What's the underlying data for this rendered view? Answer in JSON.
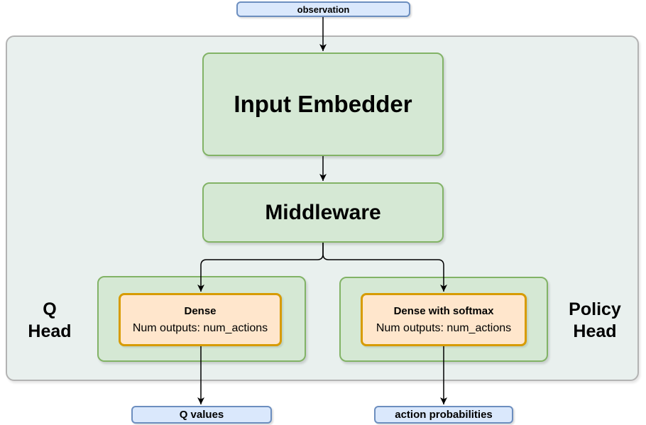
{
  "nodes": {
    "observation": {
      "label": "observation"
    },
    "input_embedder": {
      "label": "Input Embedder"
    },
    "middleware": {
      "label": "Middleware"
    },
    "q_head": {
      "line1": "Q",
      "line2": "Head"
    },
    "policy_head": {
      "line1": "Policy",
      "line2": "Head"
    },
    "q_dense": {
      "title": "Dense",
      "subtitle": "Num outputs: num_actions"
    },
    "policy_dense": {
      "title": "Dense with softmax",
      "subtitle": "Num outputs: num_actions"
    },
    "q_values": {
      "label": "Q values"
    },
    "action_probabilities": {
      "label": "action probabilities"
    }
  },
  "colors": {
    "green_fill": "#d5e8d4",
    "green_border": "#82b366",
    "orange_fill": "#ffe6cc",
    "orange_border": "#d79b00",
    "blue_fill": "#dae8fc",
    "blue_border": "#6c8ebf",
    "container_fill": "#e9f0ee",
    "container_border": "#b3b3b3",
    "arrow": "#000000",
    "text": "#000000"
  }
}
